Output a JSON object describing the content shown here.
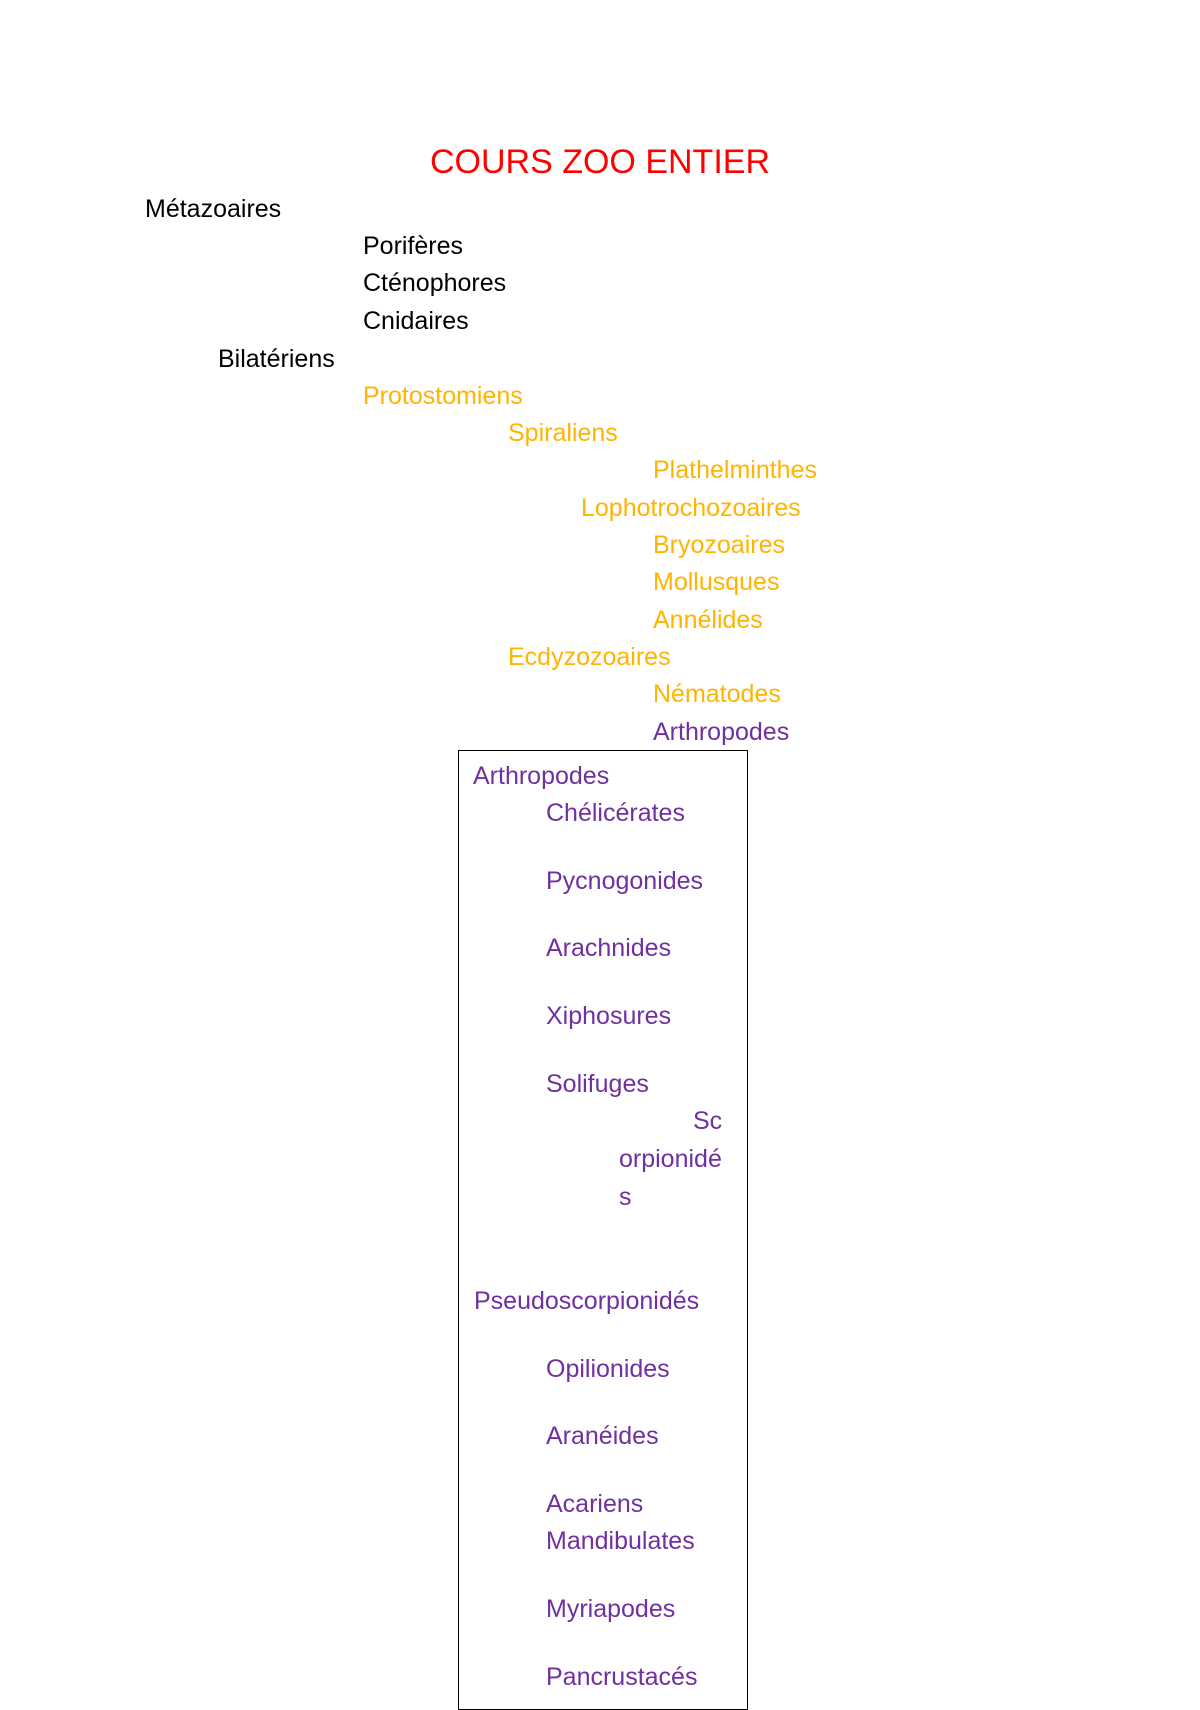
{
  "document": {
    "title": "COURS ZOO ENTIER",
    "colors": {
      "title": "#ff0000",
      "general": "#000000",
      "protostomes": "#ffb400",
      "arthropods": "#7030a0"
    },
    "tree": [
      "Métazoaires",
      "Porifères",
      "Cténophores",
      "Cnidaires",
      "Bilatériens",
      "Protostomiens",
      "Spiraliens",
      "Plathelminthes",
      "Lophotrochozoaires",
      "Bryozoaires",
      "Mollusques",
      "Annélides",
      "Ecdyzozoaires",
      "Nématodes",
      "Arthropodes"
    ],
    "arthropod_box": [
      "Arthropodes",
      "Chélicérates",
      "Pycnogonides",
      "Arachnides",
      "Xiphosures",
      "Solifuges",
      "Sc",
      "orpionidé",
      "s",
      "Pseudoscorpionidés",
      "Opilionides",
      "Aranéides",
      "Acariens",
      "Mandibulates",
      "Myriapodes",
      "Pancrustacés"
    ]
  }
}
